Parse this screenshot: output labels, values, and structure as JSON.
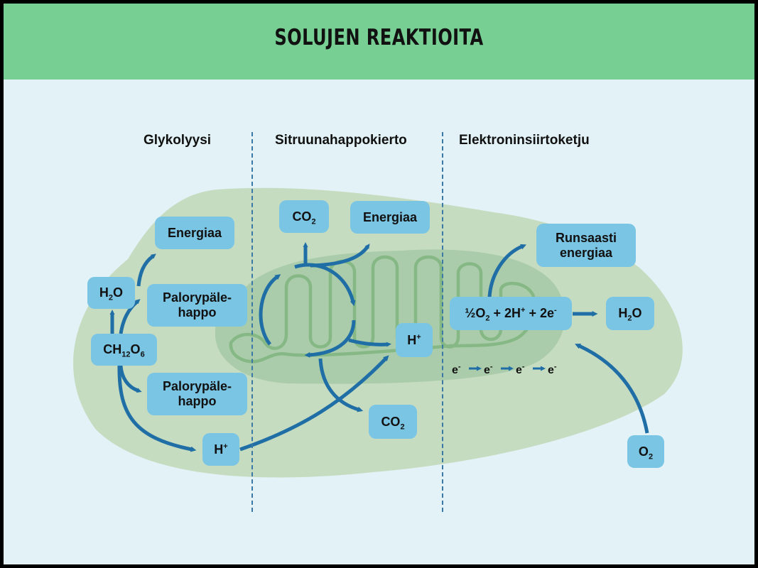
{
  "title": "SOLUJEN REAKTIOITA",
  "sections": {
    "glycolysis": "Glykolyysi",
    "citric": "Sitruunahappokierto",
    "etc": "Elektroninsiirtoketju"
  },
  "nodes": {
    "energy1": "Energiaa",
    "h2o_left": {
      "pre": "H",
      "sub": "2",
      "post": "O"
    },
    "pyruvate1": "Palorypäle-\nhappo",
    "glucose": {
      "p1": "CH",
      "s1": "12",
      "p2": "O",
      "s2": "6"
    },
    "pyruvate2": "Palorypäle-\nhappo",
    "hplus_left": {
      "pre": "H",
      "sup": "+"
    },
    "co2_top": {
      "pre": "CO",
      "sub": "2"
    },
    "energy2": "Energiaa",
    "hplus_mid": {
      "pre": "H",
      "sup": "+"
    },
    "co2_bottom": {
      "pre": "CO",
      "sub": "2"
    },
    "much_energy": "Runsaasti\nenergiaa",
    "equation": {
      "a": "½O",
      "a_sub": "2",
      "b": " + 2H",
      "b_sup": "+",
      "c": " + 2e",
      "c_sup": "-"
    },
    "h2o_right": {
      "pre": "H",
      "sub": "2",
      "post": "O"
    },
    "o2": {
      "pre": "O",
      "sub": "2"
    }
  },
  "electrons": [
    {
      "pre": "e",
      "sup": "-"
    },
    {
      "pre": "e",
      "sup": "-"
    },
    {
      "pre": "e",
      "sup": "-"
    },
    {
      "pre": "e",
      "sup": "-"
    }
  ],
  "colors": {
    "header": "#77cf94",
    "background": "#e3f2f6",
    "cell": "#c6dcc0",
    "mitochondrion": "#aaccaa",
    "box": "#7bc5e4",
    "arrow": "#1f6ea6"
  }
}
